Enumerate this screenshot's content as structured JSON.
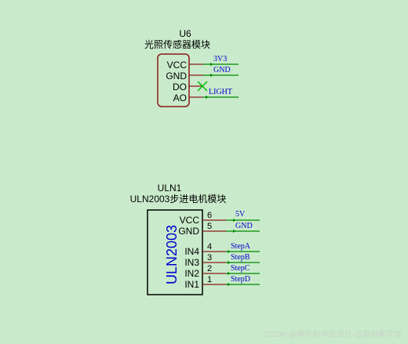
{
  "u6": {
    "ref": "U6",
    "name": "光照传感器模块",
    "pins": [
      "VCC",
      "GND",
      "DO",
      "AO"
    ],
    "nets": [
      "3V3",
      "GND",
      "LIGHT"
    ]
  },
  "uln1": {
    "ref": "ULN1",
    "name": "ULN2003步进电机模块",
    "body_label": "ULN2003",
    "pins": [
      "VCC",
      "GND",
      "IN4",
      "IN3",
      "IN2",
      "IN1"
    ],
    "pin_numbers": [
      "6",
      "5",
      "4",
      "3",
      "2",
      "1"
    ],
    "nets": [
      "5V",
      "GND",
      "StepA",
      "StepB",
      "StepC",
      "StepD"
    ]
  },
  "watermark": "CSDN @单片机毕业设计-远望创客学堂",
  "colors": {
    "background": "#c9ebcb",
    "body_outline": "#8b1a1a",
    "wire": "#008a00",
    "net_label": "#0000cc",
    "no_connect": "#00bb00"
  }
}
